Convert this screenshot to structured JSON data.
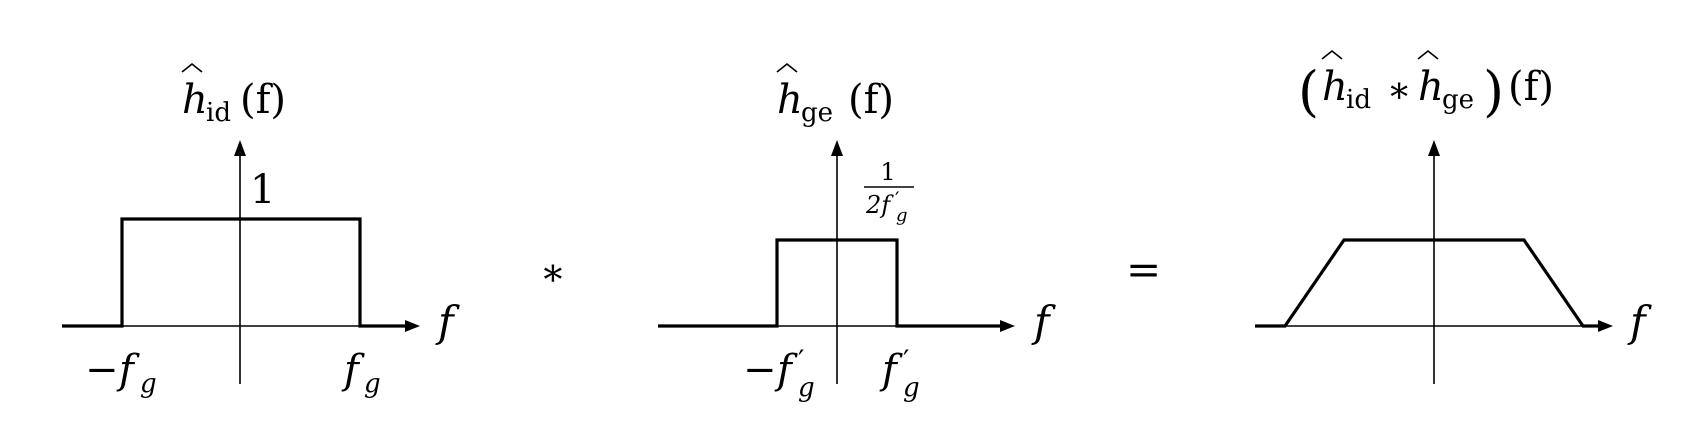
{
  "panels": {
    "ideal": {
      "title": {
        "hat_letter": "h",
        "subscript": "id",
        "argument": "(f)"
      },
      "height_label": "1",
      "x_axis_label": "f",
      "tick_left": {
        "sign": "−",
        "base": "f",
        "subscript": "g"
      },
      "tick_right": {
        "base": "f",
        "subscript": "g"
      }
    },
    "gate": {
      "title": {
        "hat_letter": "h",
        "subscript": "ge",
        "argument": "(f)"
      },
      "height_label": {
        "numerator": "1",
        "denominator": "2f",
        "prime": "′",
        "subscript": "g"
      },
      "x_axis_label": "f",
      "tick_left": {
        "sign": "−",
        "base": "f",
        "prime": "′",
        "subscript": "g"
      },
      "tick_right": {
        "base": "f",
        "prime": "′",
        "subscript": "g"
      }
    },
    "result": {
      "title": {
        "open_paren": "(",
        "hat_letter_1": "h",
        "subscript_1": "id",
        "operator": "∗",
        "hat_letter_2": "h",
        "subscript_2": "ge",
        "close_paren": ")",
        "argument": "(f)"
      },
      "x_axis_label": "f"
    }
  },
  "operators": {
    "convolution": "∗",
    "equals": "="
  },
  "shapes": {
    "ideal": "rectangle",
    "gate": "rectangle",
    "result": "trapezoid"
  }
}
